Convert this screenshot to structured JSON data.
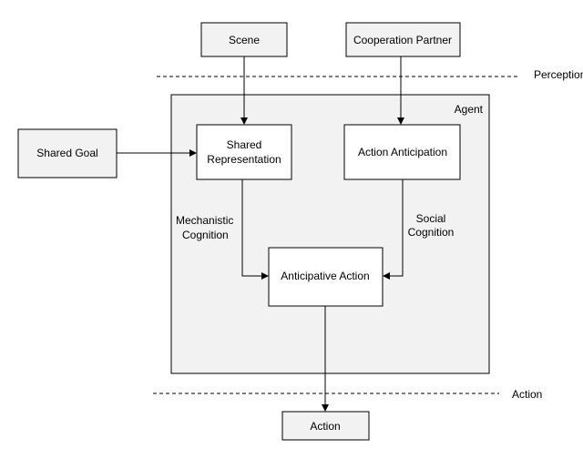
{
  "nodes": {
    "scene": "Scene",
    "partner": "Cooperation Partner",
    "goal": "Shared Goal",
    "rep_1": "Shared",
    "rep_2": "Representation",
    "anticipation": "Action Anticipation",
    "antic_action": "Anticipative Action",
    "action": "Action"
  },
  "labels": {
    "perception": "Perception",
    "action_level": "Action",
    "agent": "Agent",
    "mech_1": "Mechanistic",
    "mech_2": "Cognition",
    "social_1": "Social",
    "social_2": "Cognition"
  },
  "colors": {
    "box_fill": "#f2f2f2",
    "stroke": "#000000"
  }
}
